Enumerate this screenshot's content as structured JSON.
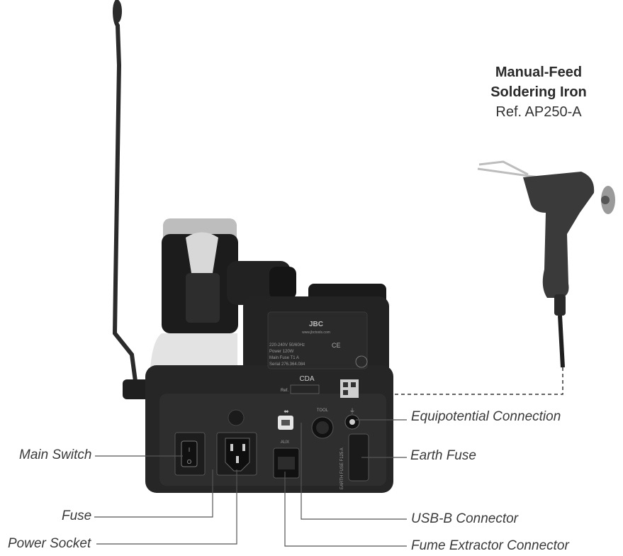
{
  "product": {
    "line1": "Manual-Feed",
    "line2": "Soldering Iron",
    "line3": "Ref. AP250-A"
  },
  "callouts": {
    "main_switch": "Main Switch",
    "fuse": "Fuse",
    "power_socket": "Power Socket",
    "equipotential": "Equipotential Connection",
    "earth_fuse": "Earth Fuse",
    "usb_b": "USB-B Connector",
    "fume_extractor": "Fume Extractor Connector"
  },
  "station_label": {
    "brand": "JBC",
    "website": "www.jbctools.com",
    "spec1": "220-240V 50/60Hz",
    "spec2": "Power 120W",
    "spec3": "Main Fuse T1 A",
    "spec4": "Serial 276.364.084",
    "model": "CDA",
    "ref": "Ref.",
    "tool_port": "TOOL",
    "aux_port": "AUX",
    "earth_fuse_label": "EARTH FUSE F125 A"
  },
  "colors": {
    "station_body": "#232323",
    "panel": "#2c2c2c",
    "leader_line": "#555555",
    "text": "#3a3a3a"
  }
}
